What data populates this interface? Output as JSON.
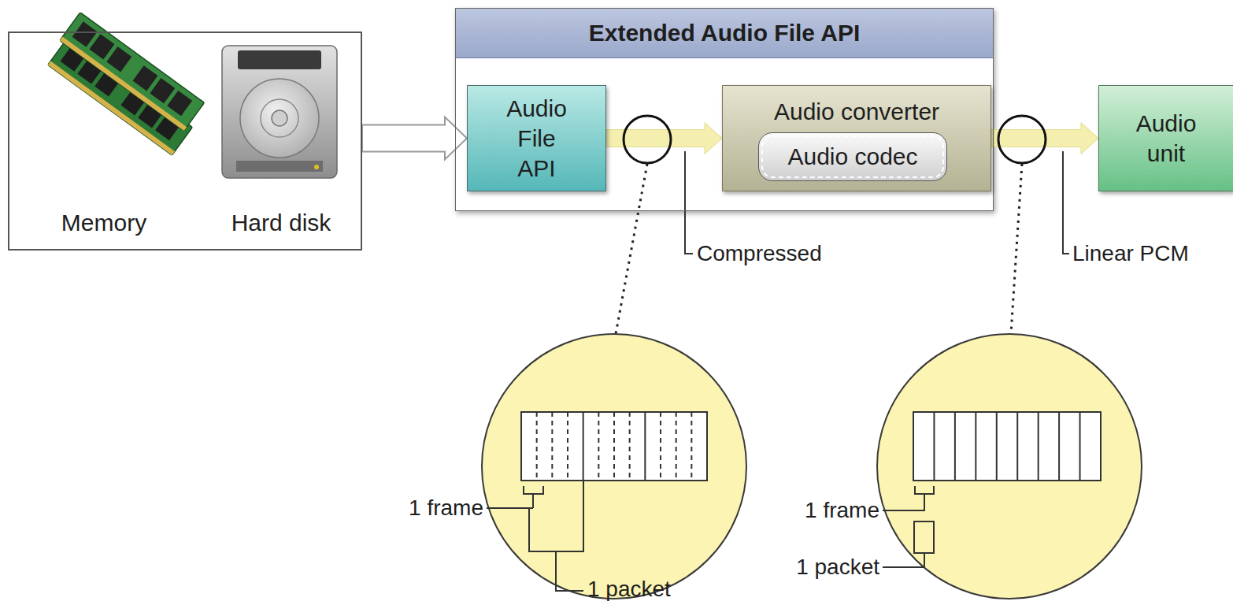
{
  "diagram": {
    "nodes": [
      {
        "text": [
          "Memory",
          "Hard disk"
        ]
      },
      {
        "text": [
          "Extended Audio File API"
        ]
      },
      {
        "text": [
          "Audio File API"
        ],
        "in": 1
      },
      {
        "text": [
          "Audio converter"
        ],
        "in": 1
      },
      {
        "text": [
          "Audio codec"
        ],
        "in": 3
      },
      {
        "text": [
          "Audio unit"
        ]
      }
    ],
    "edges": [
      {
        "from": 0,
        "to": 2,
        "arrow": "to"
      },
      {
        "from": 2,
        "to": 3,
        "arrow": "to"
      },
      {
        "from": 3,
        "to": 5,
        "arrow": "to"
      }
    ],
    "labels": [
      "Compressed",
      "Linear PCM",
      "1 frame",
      "1 packet",
      "1 frame",
      "1 packet"
    ]
  }
}
